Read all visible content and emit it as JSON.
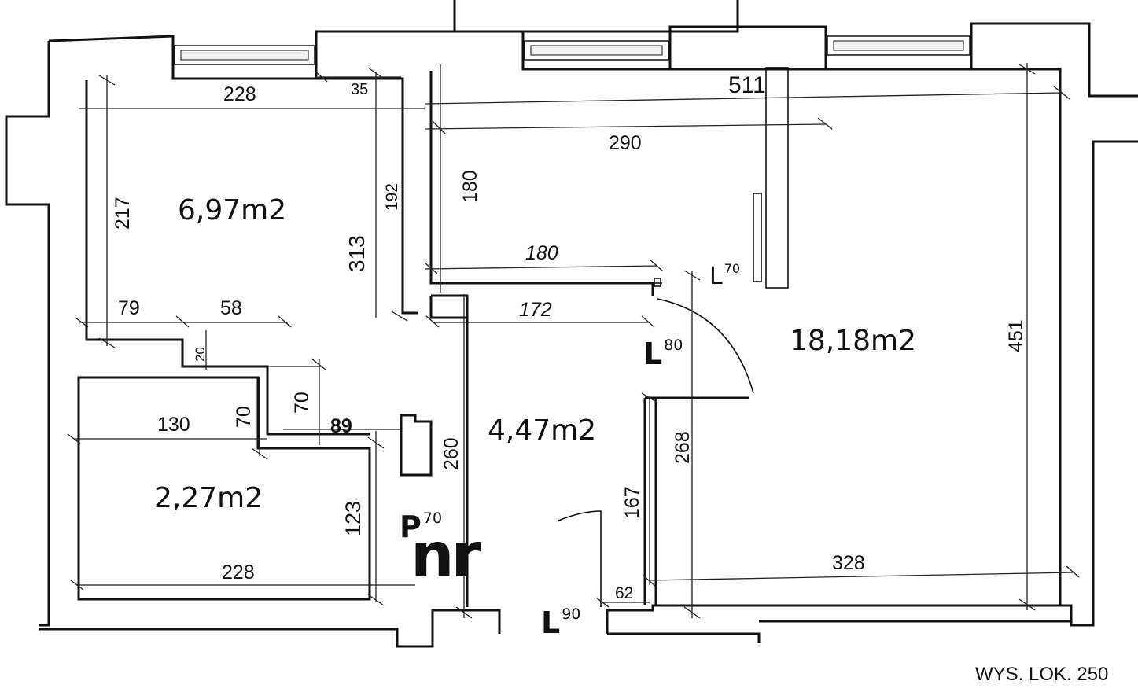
{
  "rooms": [
    {
      "id": "room-a",
      "area": "6,97m2"
    },
    {
      "id": "room-b",
      "area": "2,27m2"
    },
    {
      "id": "hall",
      "area": "4,47m2"
    },
    {
      "id": "living",
      "area": "18,18m2"
    }
  ],
  "dimensions": [
    "228",
    "35",
    "511",
    "290",
    "217",
    "192",
    "180",
    "313",
    "180",
    "172",
    "79",
    "58",
    "20",
    "70",
    "70",
    "130",
    "89",
    "260",
    "268",
    "451",
    "167",
    "123",
    "228",
    "328",
    "62"
  ],
  "doors": [
    {
      "letter": "L",
      "size": "70"
    },
    {
      "letter": "L",
      "size": "80"
    },
    {
      "letter": "P",
      "size": "70"
    },
    {
      "letter": "L",
      "size": "90"
    }
  ],
  "marker": "nr",
  "footer": "WYS. LOK. 250"
}
